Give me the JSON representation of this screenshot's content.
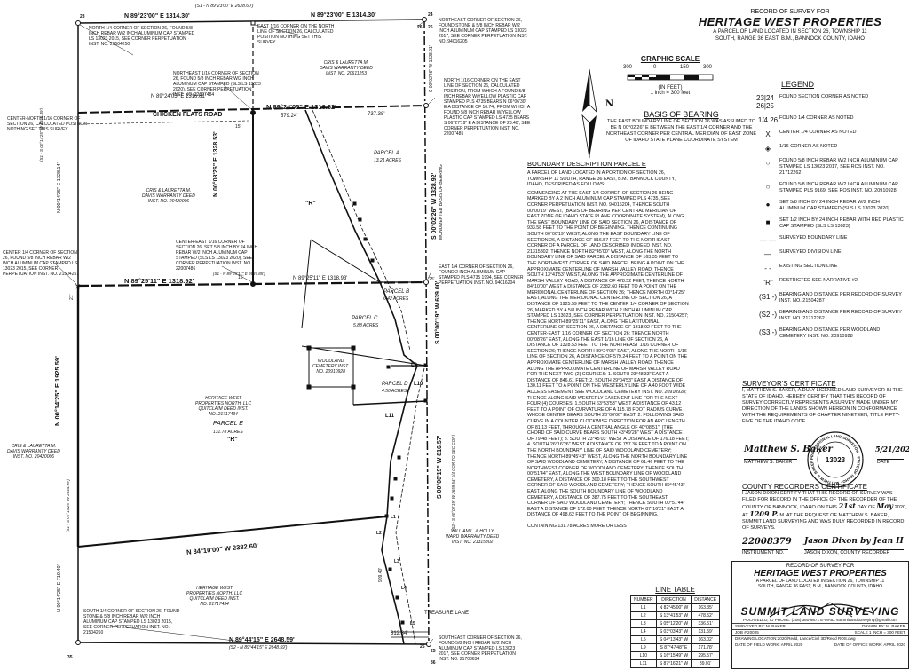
{
  "header": {
    "record": "RECORD OF SURVEY FOR",
    "name": "HERITAGE WEST PROPERTIES",
    "desc": "A PARCEL OF LAND LOCATED IN SECTION 26, TOWNSHIP 11\nSOUTH, RANGE 36 EAST, B.M., BANNOCK COUNTY, IDAHO"
  },
  "scale": {
    "title": "GRAPHIC SCALE",
    "ticks": [
      "-300",
      "0",
      "150",
      "300"
    ],
    "units": "(IN FEET)",
    "ratio": "1 inch = 300 feet"
  },
  "north_arrow": "N",
  "basis": {
    "title": "BASIS OF BEARING",
    "text": "THE EAST BOUNDARY LINE OF SECTION 26 WAS ASSUMED TO BE N 00°02'26\" E BETWEEN THE EAST 1/4 CORNER AND THE NORTHEAST CORNER PER CENTRAL MERIDIAN OF EAST ZONE OF IDAHO STATE PLANE COORDINATE SYSTEM"
  },
  "legend": {
    "title": "LEGEND",
    "items": [
      {
        "sym": "23|24 26|25",
        "text": "FOUND SECTION CORNER AS NOTED"
      },
      {
        "sym": "1/4 26",
        "text": "FOUND 1/4 CORNER AS NOTED"
      },
      {
        "sym": "X",
        "text": "CENTER 1/4 CORNER AS NOTED"
      },
      {
        "sym": "◈",
        "text": "1/16 CORNER AS NOTED"
      },
      {
        "sym": "○",
        "text": "FOUND 5/8 INCH REBAR W/2 INCH ALUMINUM CAP STAMPED LS 13023 2017, SEE ROS INST. NO. 21712262"
      },
      {
        "sym": "○",
        "text": "FOUND 5/8 INCH REBAR W/2 INCH ALUMINUM CAP STAMPED PLS 9169, SEE ROS INST. NO. 20910928"
      },
      {
        "sym": "●",
        "text": "SET 5/8 INCH BY 24 INCH REBAR W/2 INCH ALUMINUM CAP STAMPED (SLS LS 13023 2020)"
      },
      {
        "sym": "■",
        "text": "SET 1/2 INCH BY 24 INCH REBAR WITH RED PLASTIC CAP STAMPED (SLS LS 13023)"
      },
      {
        "sym": "— —",
        "text": "SURVEYED BOUNDARY LINE"
      },
      {
        "sym": "—",
        "text": "SURVEYED DIVISION LINE"
      },
      {
        "sym": "- -",
        "text": "EXISTING SECTION LINE"
      },
      {
        "sym": "\"R\"",
        "text": "RESTRICTED SEE NARRATIVE #2"
      },
      {
        "sym": "(S1 -)",
        "text": "BEARING AND DISTANCE PER RECORD OF SURVEY INST. NO. 21504287"
      },
      {
        "sym": "(S2 -)",
        "text": "BEARING AND DISTANCE PER RECORD OF SURVEY INST. NO. 21712262"
      },
      {
        "sym": "(S3 -)",
        "text": "BEARING AND DISTANCE PER WOODLAND CEMETERY INST. NO. 20910928"
      }
    ]
  },
  "boundary": {
    "title": "BOUNDARY DESCRIPTION PARCEL E",
    "p1": "A PARCEL OF LAND LOCATED IN A PORTION OF SECTION 26, TOWNSHIP 11 SOUTH, RANGE 36 EAST, B.M., BANNOCK COUNTY, IDAHO, DESCRIBED AS FOLLOWS:",
    "p2": "COMMENCING AT THE EAST 1/4 CORNER OF SECTION 26 BEING MARKED BY A 2 INCH ALUMINUM CAP STAMPED PLS 4735, SEE CORNER PERPETUATION INST. NO. 94016204, THENCE SOUTH 00°00'19\" WEST, (BASIS OF BEARING PER CENTRAL MERIDIAN OF EAST ZONE OF IDAHO STATE PLANE COORDINATE SYSTEM), ALONG THE EAST BOUNDARY LINE OF SAID SECTION 26, A DISTANCE OF 933.58 FEET TO THE POINT OF BEGINNING. THENCE CONTINUING SOUTH 00°00'19\" WEST, ALONG THE EAST BOUNDARY LINE OF SECTION 26, A DISTANCE OF 816.57 FEET TO THE NORTHEAST CORNER OF A PARCEL OF LAND DESCRIBED IN DEED INST. NO. 21315802; THENCE NORTH 82°45'00\" WEST, ALONG THE NORTH BOUNDARY LINE OF SAID PARCEL A DISTANCE OF 163.35 FEET TO THE NORTHWEST CORNER OF SAID PARCEL BEING A POINT ON THE APPROXIMATE CENTERLINE OF MARSH VALLEY ROAD; THENCE SOUTH 13°41'53\" WEST, ALONG THE APPROXIMATE CENTERLINE OF MARSH VALLEY ROAD, A DISTANCE OF 478.52 FEET; THENCE NORTH 84°10'00\" WEST A DISTANCE OF 2382.60 FEET TO A POINT ON THE MERIDIONAL CENTERLINE OF SECTION 26; THENCE NORTH 00°14'25\" EAST, ALONG THE MERIDIONAL CENTERLINE OF SECTION 26, A DISTANCE OF 1925.59 FEET TO THE CENTER 1/4 CORNER OF SECTION 26, MARKED BY A 5/8 INCH REBAR WITH 2 INCH ALUMINUM CAP STAMPED LS 13023, SEE CORNER PERPETUATION INST. NO. 21504257; THENCE NORTH 89°25'11\" EAST, ALONG THE LATITUDINAL CENTERLINE OF SECTION 26, A DISTANCE OF 1318.92 FEET TO THE CENTER-EAST 1/16 CORNER OF SECTION 26; THENCE NORTH 00°08'26\" EAST, ALONG THE EAST 1/16 LINE OF SECTION 26, A DISTANCE OF 1328.53 FEET TO THE NORTHEAST 1/16 CORNER OF SECTION 26; THENCE NORTH 89°24'05\" EAST, ALONG THE NORTH 1/16 LINE OF SECTION 26, A DISTANCE OF 579.24 FEET TO A POINT ON THE APPROXIMATE CENTERLINE OF MARSH VALLEY ROAD; THENCE ALONG THE APPROXIMATE CENTERLINE OF MARSH VALLEY ROAD FOR THE NEXT TWO (2) COURSES: 1. SOUTH 23°48'33\" EAST A DISTANCE OF 846.61 FEET; 2. SOUTH 29°04'53\" EAST A DISTANCE OF 130.11 FEET TO A POINT ON THE WESTERLY LINE OF A 40 FOOT WIDE ACCESS EASEMENT SEE WOODLAND CEMETERY INST. NO. 20910928; THENCE ALONG SAID WESTERLY EASEMENT LINE FOR THE NEXT FOUR (4) COURSES: 1.SOUTH 63°53'53\" WEST A DISTANCE OF 43.12 FEET TO A POINT OF CURVATURE OF A 115.78 FOOT RADIUS CURVE WHOSE CENTER BEARS SOUTH 26°06'06\" EAST; 2. FOLLOWING SAID CURVE IN A COUNTER CLOCKWISE DIRECTION FOR AN ARC LENGTH OF 81.13 FEET, THROUGH A CENTRAL ANGLE OF 40°08'51\", (THE CHORD OF SAID CURVE BEARS SOUTH 43°49'28\" WEST A DISTANCE OF 79.48 FEET); 3. SOUTH 23°45'03\" WEST A DISTANCE OF 176.18 FEET; 4. SOUTH 26°16'26\" WEST A DISTANCE OF 757.36 FEET TO A POINT ON THE NORTH BOUNDARY LINE OF SAID WOODLAND CEMETERY; THENCE NORTH 89°45'43\" WEST, ALONG THE NORTH BOUNDARY LINE OF SAID WOODLAND CEMETERY, A DISTANCE OF 61.46 FEET TO THE NORTHWEST CORNER OF WOODLAND CEMETERY; THENCE SOUTH 00°51'44\" EAST, ALONG THE WEST BOUNDARY LINE OF WOODLAND CEMETERY, A DISTANCE OF 300.18 FEET TO THE SOUTHWEST CORNER OF SAID WOODLAND CEMETERY; THENCE SOUTH 89°45'43\" EAST, ALONG THE SOUTH BOUNDARY LINE OF WOODLAND CEMETERY, A DISTANCE OF 387.75 FEET TO THE SOUTHEAST CORNER OF SAID WOODLAND CEMETERY; THENCE SOUTH 00°51'44\" EAST A DISTANCE OF 172.00 FEET; THENCE NORTH 87°16'21\" EAST A DISTANCE OF 498.62 FEET TO THE POINT OF BEGINNING.",
    "p3": "CONTAINING 131.78 ACRES MORE OR LESS"
  },
  "surveyor": {
    "title": "SURVEYOR'S CERTIFICATE",
    "text": "I, MATTHEW S. BAKER, A DULY LICENSED LAND SURVEYOR IN THE STATE OF IDAHO, HEREBY CERTIFY THAT THIS RECORD OF SURVEY CORRECTLY REPRESENTS A SURVEY MADE UNDER MY DIRECTION OF THE LANDS SHOWN HEREON IN CONFORMANCE WITH THE REQUIREMENTS OF CHAPTER NINETEEN, TITLE FIFTY-FIVE OF THE IDAHO CODE.",
    "signature": "Matthew S. Baker",
    "name": "MATTHEW S. BAKER",
    "date_sig": "5/21/2020",
    "date_label": "DATE",
    "seal_num": "13023",
    "seal_ring": "PROFESSIONAL LAND SURVEYOR · STATE OF IDAHO · MATTHEW S. BAKER"
  },
  "county": {
    "title": "COUNTY RECORDERS CERTIFICATE",
    "text1": "I JASON DIXON CERTIFY THAT THIS RECORD OF SURVEY WAS FILED FOR RECORD IN THE OFFICE OF THE RECORDER OF THE COUNTY OF BANNOCK, IDAHO ON THIS",
    "day": "21st",
    "text2": "DAY OF",
    "month": "May",
    "text3": "2020, AT",
    "time": "1209 P.",
    "text4": "M. AT THE REQUEST OF MATTHEW S. BAKER, SUMMIT LAND SURVEYING AND WAS DULY RECORDED IN RECORD OF SURVEYS.",
    "inst_hand": "22008379",
    "inst_label": "INSTRUMENT NO.",
    "rec_sig": "Jason Dixon by Jean H",
    "rec_label": "JASON DIXON, COUNTY RECORDER"
  },
  "line_table": {
    "title": "LINE TABLE",
    "headers": [
      "NUMBER",
      "DIRECTION",
      "DISTANCE"
    ],
    "rows": [
      [
        "L1",
        "N 82°45'00\" W",
        "163.35'"
      ],
      [
        "L2",
        "S 13°41'53\" W",
        "478.52'"
      ],
      [
        "L3",
        "S 05°12'20\" W",
        "336.51'"
      ],
      [
        "L4",
        "S 03°03'43\" W",
        "131.59'"
      ],
      [
        "L5",
        "S 04°13'43\" W",
        "163.02'"
      ],
      [
        "L9",
        "S 87°47'48\" E",
        "171.78'"
      ],
      [
        "L10",
        "S 16°15'49\" W",
        "295.57'"
      ],
      [
        "L11",
        "S 87°16'21\" W",
        "89.01'"
      ]
    ]
  },
  "title_block": {
    "record": "RECORD OF SURVEY FOR",
    "name": "HERITAGE WEST PROPERTIES",
    "desc": "A PARCEL OF LAND LOCATED IN SECTION 26, TOWNSHIP 11\nSOUTH, RANGE 36 EAST, B.M., BANNOCK COUNTY, IDAHO",
    "firm": "SUMMIT LAND SURVEYING",
    "contact": "POCATELLO, ID     PHONE: (208) 380-9871     E-MAIL: summitlandsurveying@gmail.com",
    "surveyed": "SURVEYED BY: M. BAKER",
    "drawn": "DRAWN BY: M. BAKER",
    "job": "JOB # 20025",
    "scale": "SCALE 1 INCH = 300 FEET",
    "location": "DRAWING LOCATION:2020/Redd, Lance/Civil 3D/Redd ROS.dwg",
    "fieldwork": "DATE OF FIELD WORK: APRIL 2020",
    "office": "DATE OF OFFICE WORK: APRIL 2020"
  },
  "plat": {
    "top_brg_main": "N 89°23'00\" E 1314.30'",
    "top_brg_s1": "(S1 - N 89°23'00\" E 2628.60')",
    "top_brg_2": "N 89°23'00\" E 1314.30'",
    "corner_23": "23",
    "corner_24": "24",
    "corner_26a": "26",
    "corner_25a": "25",
    "corner_35": "35",
    "corner_36": "36",
    "corner_26b": "26",
    "corner_25b": "25",
    "nw_note": "NORTH 1/4 CORNER OF SECTION 26, FOUND 5/8 INCH REBAR W/2 INCH ALUMINUM CAP STAMPED LS 13023 2015, SEE CORNER PERPETUATION INST. NO. 21504250",
    "e116_note": "EAST 1/16 CORNER ON THE NORTH LINE OF SECTION 26, CALCULATED POSITION NOTHING SET THIS SURVEY",
    "ne_note": "NORTHEAST CORNER OF SECTION 26, FOUND STONE & 5/8 INCH REBAR W/2 INCH ALUMINUM CAP STAMPED LS 13023 2017, SEE CORNER PERPETUATION INST. NO. 94016205",
    "cris_deed_top": "CRIS & LAURETTA M.\nDAVIS WARRANTY DEED\nINST. NO. 20611253",
    "ne116_note": "NORTHEAST 1/16 CORNER OF SECTION 26, FOUND 5/8 INCH REBAR W/2 INCH ALUMINUM CAP STAMPED (SLS LS 13023 2020), SEE CORNER PERPETUATION INST. NO. 22007484",
    "n116_note": "NORTH 1/16 CORNER ON THE EAST LINE OF SECTION 26, CALCULATED POSITION, FROM WHICH A FOUND 5/8 INCH REBAR W/YELLOW PLASTIC CAP STAMPED PLS 4735 BEARS N 06°06'30\" E A DISTANCE OF 16.74', FROM WHICH A FOUND 5/8 INCH REBAR W/YELLOW PLASTIC CAP STAMPED LS 4735 BEARS S 06°27'19\" E A DISTANCE OF 23.40', SEE CORNER PERPETUATION INST. NO. 22007485",
    "cn116_note": "CENTER-NORTH 1/16 CORNER OF SECTION 26, CALCULATED POSITION NOTHING SET THIS SURVEY",
    "road_label": "CHICKEN FLATS ROAD",
    "n116_brg": "N 89°24'05\" E 1316.62'",
    "n116_brg_s": "N 89°24'05\" E 1316.61'",
    "d579": "579.24'",
    "d737": "737.38'",
    "parcel_a": "PARCEL A",
    "parcel_a_ac": "13.21 ACRES",
    "e116_brg": "N 00°08'26\" E 1328.53'",
    "e_brg_top": "S 00°02'26\" W 1328.91'",
    "e_brg_mid": "S 00°02'26\" W 1328.92'",
    "monument_note": "MONUMENTED BASIS OF BEARING",
    "cris_deed_mid": "CRIS & LAURETTA M.\nDAVIS WARRANTY DEED\nINST. NO. 20420006",
    "r_mark": "\"R\"",
    "ce116_note": "CENTER-EAST 1/16 CORNER OF SECTION 26, SET 5/8 INCH BY 24 INCH REBAR W/2 INCH ALUMINUM CAP STAMPED (SLS LS 13023 2020), SEE CORNER PERPETUATION INST. NO. 22007486",
    "c14_note": "CENTER 1/4 CORNER OF SECTION 26, FOUND 5/8 INCH REBAR W/2 INCH ALUMINUM CAP STAMPED LS 13023 2015, SEE CORNER PERPETUATION INST. NO. 21504257",
    "lat_brg_1": "N 89°25'11\" E 1318.92'",
    "lat_brg_2": "N 89°25'11\" E 1318.93'",
    "lat_brg_s1": "(S1 - N 89°25'11\" E 2637.85')",
    "e14_note": "EAST 1/4 CORNER OF SECTION 26, FOUND 2 INCH ALUMINUM CAP STAMPED PLS 4735 1994, SEE CORNER PERPETUATION INST. NO. 94016204",
    "parcel_b": "PARCEL B",
    "parcel_b_ac": "6.42 ACRES",
    "parcel_c": "PARCEL C",
    "parcel_c_ac": "5.88 ACRES",
    "parcel_d": "PARCEL D",
    "parcel_d_ac": "4.50 ACRES",
    "parcel_e": "PARCEL E",
    "parcel_e_ac": "131.78 ACRES",
    "woodland": "WOODLAND\nCEMETERY INST.\nNO. 20910928",
    "heritage_deed": "HERITAGE WEST\nPROPERTIES NORTH, LLC\nQUITCLAIM DEED INST.\nNO. 21717434",
    "heritage_deed2": "HERITAGE WEST\nPROPERTIES NORTH, LLC\nQUITCLAIM DEED INST.\nNO. 21717434",
    "cris_deed_left": "CRIS & LAURETTA M.\nDAVIS WARRANTY DEED\nINST. NO. 20420006",
    "mer_brg": "N 00°14'25\" E 1925.59'",
    "mer_brg_top": "N 00°14'25\" E 1328.14'",
    "mer_brg_low": "N 00°14'25\" E 719.40'",
    "mer_s1": "(S1 - S 00°14'25\" W 2644.99')",
    "mer_s1_top": "(S1 - S 00°14'25\" W 2656.39')",
    "e_brg_low": "S 00°00'19\" W 816.57'",
    "e_brg_low2": "S 00°00'19\" W 639.00'",
    "e_brg_s2": "(S2 - S 00°00'19\" W 2659.54' 1/4 COR TO SEC COR)",
    "ward_deed": "WILLIAM L. & HOLLY\nWARD WARRANTY DEED\nINST. NO. 21315802",
    "diag_brg": "N 84°10'00\" W 2382.60'",
    "d909": "909.40'",
    "s14_note": "SOUTH 1/4 CORNER OF SECTION 26, FOUND STONE & 5/8 INCH REBAR W/2 INCH ALUMINUM CAP STAMPED LS 13023 2015, SEE CORNER PERPETUATION INST. NO. 21504260",
    "se_note": "SOUTHEAST CORNER OF SECTION 26, FOUND 5/8 INCH REBAR W/2 INCH ALUMINUM CAP STAMPED LS 13023 2017, SEE CORNER PERPETUATION INST. NO. 21708634",
    "treasure": "TREASURE LANE",
    "d312": "312.84'",
    "bot_brg": "N 89°44'15\" E 2648.59'",
    "bot_brg_s": "(S2 - N 89°44'15\" E 2648.59')",
    "l9": "L9",
    "l10": "L10",
    "l11": "L11",
    "l1": "L1",
    "l2": "L2",
    "l3": "L3",
    "l4": "L4",
    "l5": "L5",
    "d15a": "15'",
    "d15b": "15'",
    "d25": "25'",
    "d21": "21'"
  }
}
